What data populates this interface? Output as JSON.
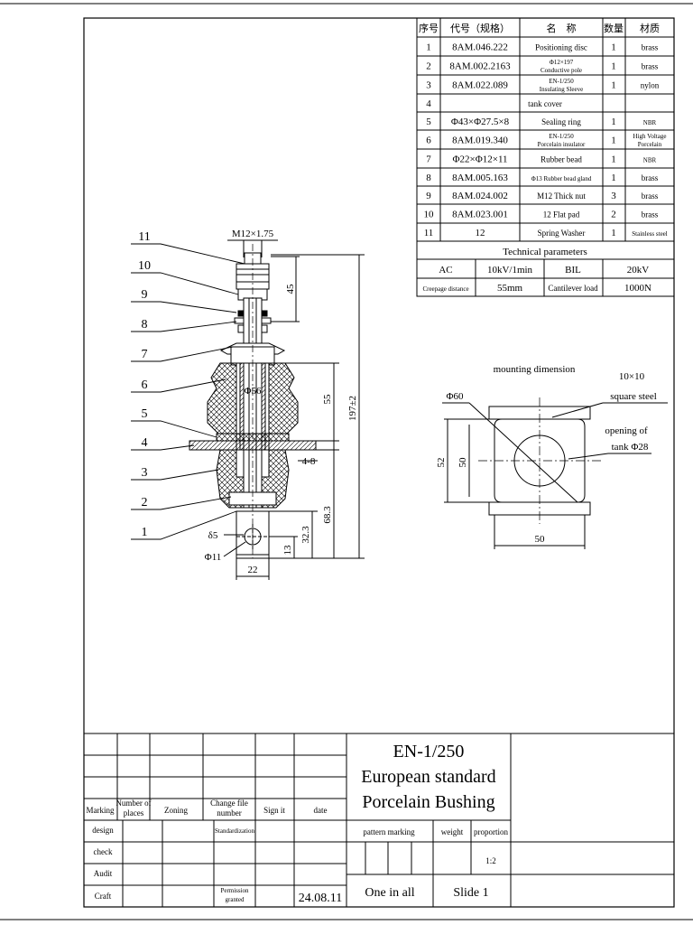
{
  "parts_table": {
    "headers": [
      "序号",
      "代号（规格）",
      "名　称",
      "数量",
      "材质"
    ],
    "rows": [
      {
        "no": "1",
        "code": "8AM.046.222",
        "name": "Positioning disc",
        "qty": "1",
        "material": "brass"
      },
      {
        "no": "2",
        "code": "8AM.002.2163",
        "name": "Φ12×197",
        "name2": "Conductive pole",
        "qty": "1",
        "material": "brass"
      },
      {
        "no": "3",
        "code": "8AM.022.089",
        "name": "EN-1/250",
        "name2": "Insulating Sleeve",
        "qty": "1",
        "material": "nylon"
      },
      {
        "no": "4",
        "code": "",
        "name": "tank cover",
        "qty": "",
        "material": ""
      },
      {
        "no": "5",
        "code": "Φ43×Φ27.5×8",
        "name": "Sealing ring",
        "qty": "1",
        "material": "NBR"
      },
      {
        "no": "6",
        "code": "8AM.019.340",
        "name": "EN-1/250",
        "name2": "Porcelain insulator",
        "qty": "1",
        "material": "High Voltage",
        "material2": "Porcelain"
      },
      {
        "no": "7",
        "code": "Φ22×Φ12×11",
        "name": "Rubber bead",
        "qty": "1",
        "material": "NBR"
      },
      {
        "no": "8",
        "code": "8AM.005.163",
        "name": "Φ13 Rubber bead gland",
        "qty": "1",
        "material": "brass"
      },
      {
        "no": "9",
        "code": "8AM.024.002",
        "name": "M12 Thick nut",
        "qty": "3",
        "material": "brass"
      },
      {
        "no": "10",
        "code": "8AM.023.001",
        "name": "12 Flat pad",
        "qty": "2",
        "material": "brass"
      },
      {
        "no": "11",
        "code": "12",
        "name": "Spring Washer",
        "qty": "1",
        "material": "Stainless steel"
      }
    ],
    "tech_title": "Technical parameters",
    "tech_row1": {
      "label_a": "AC",
      "value_a": "10kV/1min",
      "label_b": "BIL",
      "value_b": "20kV"
    },
    "tech_row2": {
      "label_a": "Creepage distance",
      "value_a": "55mm",
      "label_b": "Cantilever load",
      "value_b": "1000N"
    }
  },
  "drawing": {
    "thread_label": "M12×1.75",
    "dims": {
      "d45": "45",
      "d55": "55",
      "d197": "197±2",
      "d48": "4-8",
      "d683": "68.3",
      "d13": "13",
      "d323": "32.3",
      "d22": "22",
      "d56": "Φ56",
      "d11": "Φ11",
      "d5": "δ5"
    },
    "balloons": [
      "11",
      "10",
      "9",
      "8",
      "7",
      "6",
      "5",
      "4",
      "3",
      "2",
      "1"
    ]
  },
  "mounting": {
    "title": "mounting dimension",
    "steel_1": "10×10",
    "steel_2": "square steel",
    "diameter": "Φ60",
    "opening_1": "opening of",
    "opening_2": "tank Φ28",
    "d52": "52",
    "d50v": "50",
    "d50h": "50"
  },
  "title_block": {
    "product": "EN-1/250",
    "name_1": "European standard",
    "name_2": "Porcelain  Bushing",
    "marking": "Marking",
    "places": "Number of places",
    "zoning": "Zoning",
    "change_file": "Change file number",
    "sign": "Sign it",
    "date": "date",
    "design": "design",
    "standardization": "Standardization",
    "check": "check",
    "audit": "Audit",
    "craft": "Craft",
    "permission": "Permission granted",
    "date_value": "24.08.11",
    "pattern_marking": "pattern marking",
    "weight": "weight",
    "proportion": "proportion",
    "scale": "1:2",
    "one_in_all": "One in all",
    "slide": "Slide 1"
  }
}
